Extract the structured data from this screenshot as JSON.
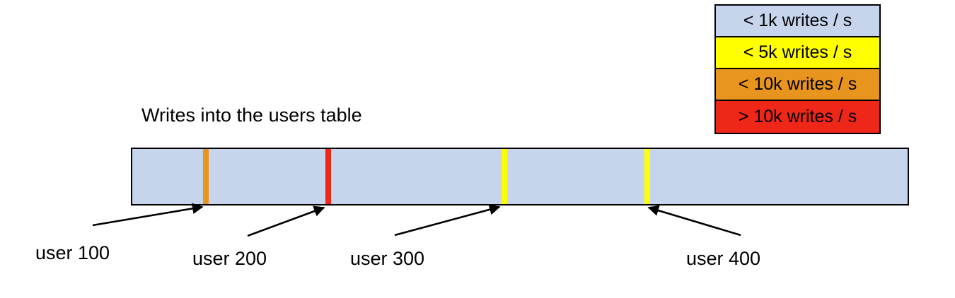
{
  "chart_data": {
    "type": "bar",
    "title": "Writes into the users table",
    "orientation": "horizontal-range",
    "xlabel": "",
    "ylabel": "",
    "base_category": "< 1k writes / s",
    "legend": {
      "position": "top-right",
      "entries": [
        {
          "label": "< 1k writes / s",
          "color": "#C6D5EC"
        },
        {
          "label": "< 5k writes / s",
          "color": "#FFFF00"
        },
        {
          "label": "< 10k writes / s",
          "color": "#E8951F"
        },
        {
          "label": "> 10k writes / s",
          "color": "#EF2718"
        }
      ]
    },
    "markers": [
      {
        "label": "user 100",
        "tier": "< 10k writes / s",
        "color": "#E8951F",
        "bar_fraction": 0.095
      },
      {
        "label": "user 200",
        "tier": "> 10k writes / s",
        "color": "#EF2718",
        "bar_fraction": 0.252
      },
      {
        "label": "user 300",
        "tier": "< 5k writes / s",
        "color": "#FFFF00",
        "bar_fraction": 0.478
      },
      {
        "label": "user 400",
        "tier": "< 5k writes / s",
        "color": "#FFFF00",
        "bar_fraction": 0.662
      }
    ]
  },
  "legend": {
    "rows": [
      {
        "label": "< 1k writes / s"
      },
      {
        "label": "< 5k writes / s"
      },
      {
        "label": "< 10k writes / s"
      },
      {
        "label": "> 10k writes / s"
      }
    ]
  },
  "title": {
    "text": "Writes into the users table"
  },
  "callouts": [
    {
      "label": "user 100"
    },
    {
      "label": "user 200"
    },
    {
      "label": "user 300"
    },
    {
      "label": "user 400"
    }
  ]
}
